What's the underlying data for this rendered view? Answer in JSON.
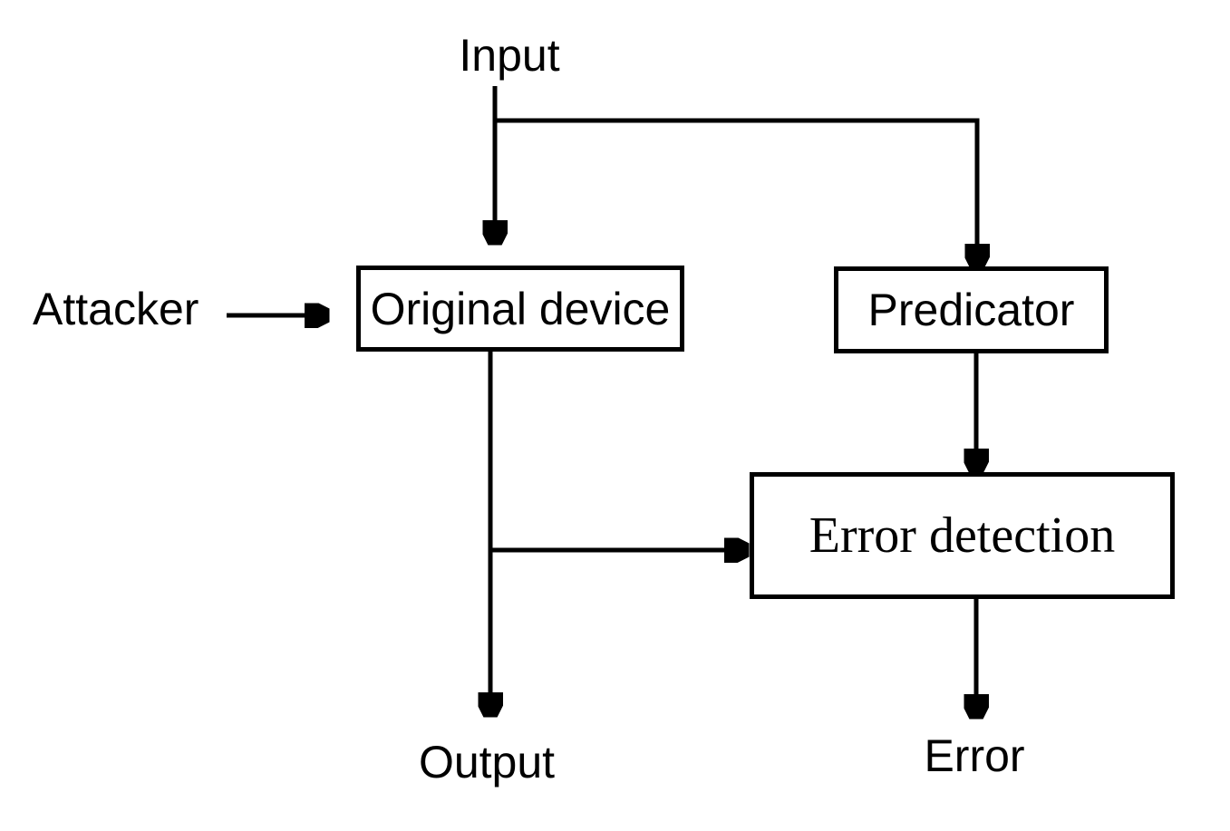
{
  "diagram": {
    "background_color": "#ffffff",
    "line_color": "#000000",
    "text_color": "#000000",
    "labels": {
      "input": "Input",
      "attacker": "Attacker",
      "output": "Output",
      "error": "Error"
    },
    "nodes": {
      "original_device": "Original device",
      "predicator": "Predicator",
      "error_detection": "Error detection"
    },
    "edges": [
      {
        "from": "Input",
        "to": "Original device",
        "type": "arrow"
      },
      {
        "from": "Input",
        "to": "Predicator",
        "type": "arrow"
      },
      {
        "from": "Attacker",
        "to": "Original device",
        "type": "arrow"
      },
      {
        "from": "Original device",
        "to": "Output",
        "type": "arrow"
      },
      {
        "from": "Original device",
        "to": "Error detection",
        "type": "arrow"
      },
      {
        "from": "Predicator",
        "to": "Error detection",
        "type": "arrow"
      },
      {
        "from": "Error detection",
        "to": "Error",
        "type": "arrow"
      }
    ]
  }
}
